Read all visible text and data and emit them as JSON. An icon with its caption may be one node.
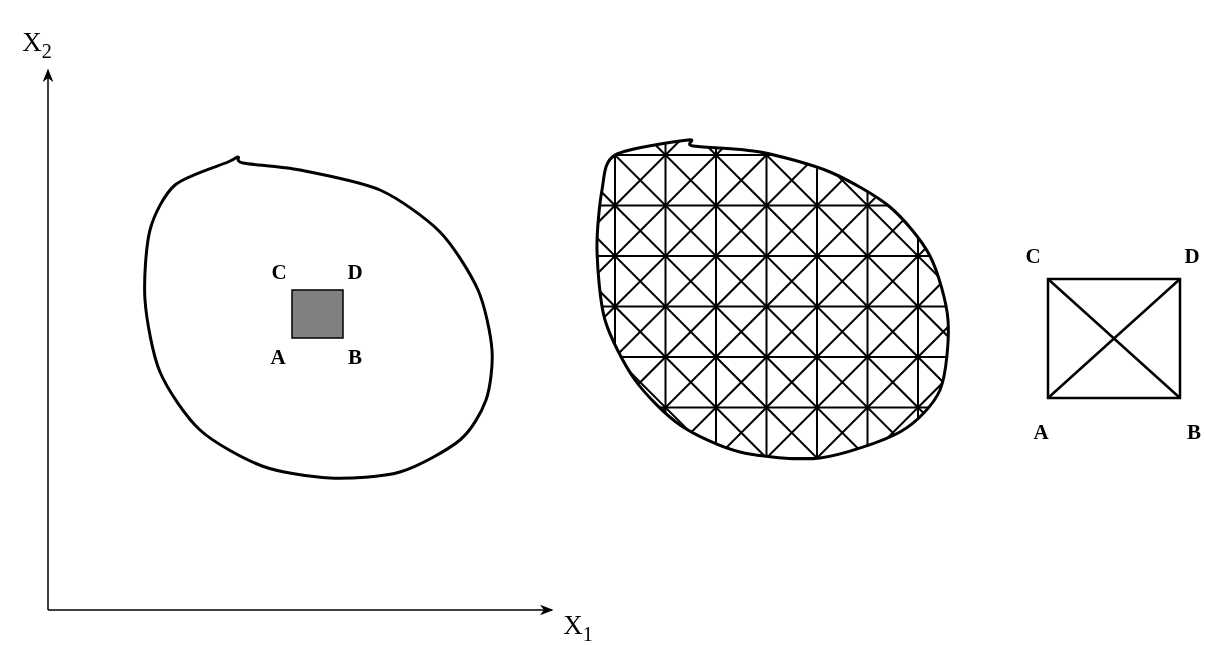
{
  "diagram": {
    "labels": [
      "X$_{2}$",
      "C",
      "D",
      "A",
      "B",
      "C",
      "D",
      "A",
      "B",
      "X$_{1}$"
    ]
  }
}
